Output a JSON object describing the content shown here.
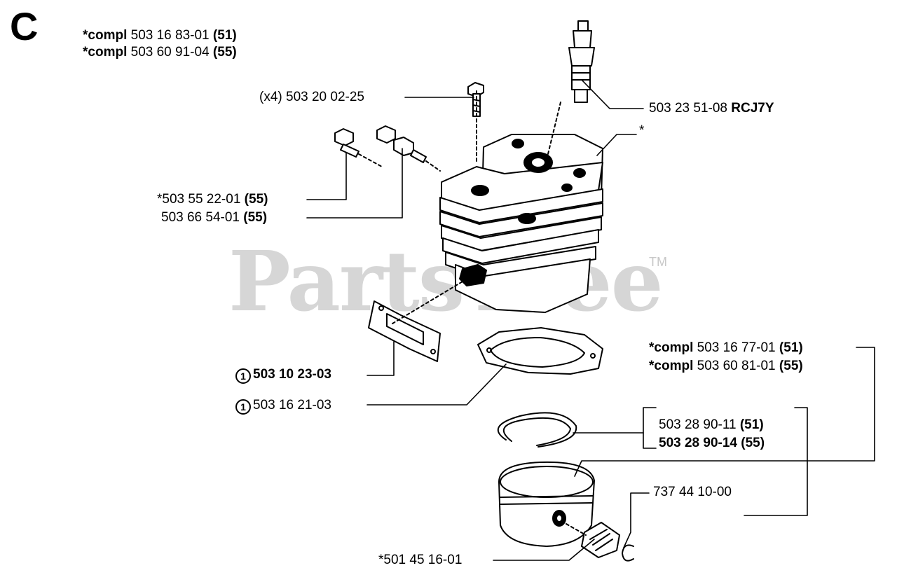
{
  "section_letter": "C",
  "watermark": {
    "text": "PartsTree",
    "tm": "TM"
  },
  "colors": {
    "ink": "#000000",
    "watermark": "#d6d6d6",
    "paper": "#ffffff"
  },
  "labels": {
    "cyl_compl_1": {
      "prefix": "*compl",
      "num": "503 16 83-01",
      "suffix": "(51)"
    },
    "cyl_compl_2": {
      "prefix": "*compl",
      "num": "503 60 91-04",
      "suffix": "(55)"
    },
    "screw": "(x4) 503 20 02-25",
    "spark_plug": {
      "num": "503 23 51-08",
      "suffix": "RCJ7Y"
    },
    "cylinder": "*",
    "valve_1": {
      "num": "*503 55 22-01",
      "suffix": "(55)"
    },
    "valve_2": {
      "num": "503 66 54-01",
      "suffix": "(55)"
    },
    "gasket_1": {
      "circle": "1",
      "num": "503 10 23-03"
    },
    "gasket_2": {
      "circle": "1",
      "num": "503 16 21-03"
    },
    "piston_compl_1": {
      "prefix": "*compl",
      "num": "503 16 77-01",
      "suffix": "(51)"
    },
    "piston_compl_2": {
      "prefix": "*compl",
      "num": "503 60 81-01",
      "suffix": "(55)"
    },
    "ring_1": {
      "num": "503 28 90-11",
      "suffix": "(51)"
    },
    "ring_2": {
      "num": "503 28 90-14",
      "suffix": "(55)"
    },
    "circlip": "737 44 10-00",
    "bearing": "*501 45 16-01"
  }
}
